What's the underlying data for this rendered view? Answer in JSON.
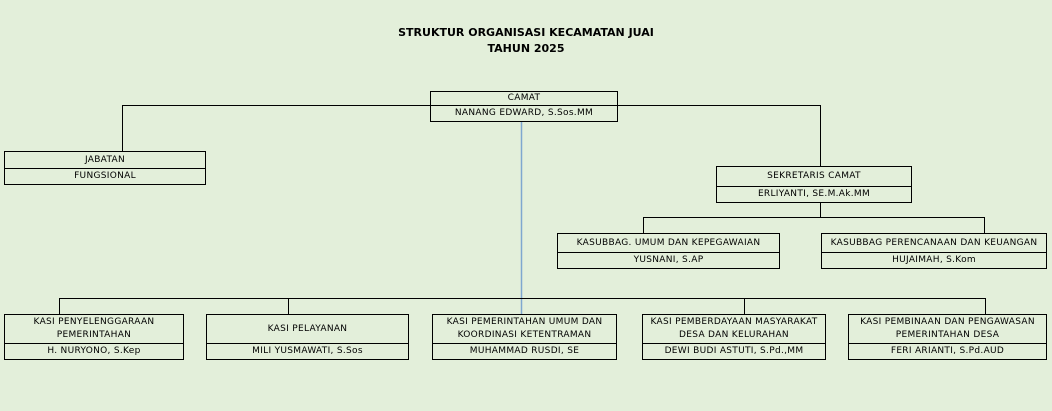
{
  "title": "STRUKTUR ORGANISASI KECAMATAN JUAI",
  "subtitle": "TAHUN 2025",
  "colors": {
    "background": "#e3efda",
    "line": "#000000",
    "accent_line": "#7fa7cf"
  },
  "nodes": {
    "camat": {
      "role": "CAMAT",
      "name": "NANANG EDWARD, S.Sos.MM"
    },
    "jabatan": {
      "role": "JABATAN",
      "name": "FUNGSIONAL"
    },
    "sekretaris": {
      "role": "SEKRETARIS CAMAT",
      "name": "ERLIYANTI, SE.M.Ak.MM"
    },
    "kasubbag_umum": {
      "role": "KASUBBAG. UMUM DAN KEPEGAWAIAN",
      "name": "YUSNANI, S.AP"
    },
    "kasubbag_perencanaan": {
      "role": "KASUBBAG PERENCANAAN DAN KEUANGAN",
      "name": "HUJAIMAH, S.Kom"
    },
    "kasi_penyelenggaraan": {
      "role": "KASI PENYELENGGARAAN PEMERINTAHAN",
      "name": "H. NURYONO, S.Kep"
    },
    "kasi_pelayanan": {
      "role": "KASI PELAYANAN",
      "name": "MILI YUSMAWATI, S.Sos"
    },
    "kasi_pemerintahan_umum": {
      "role": "KASI PEMERINTAHAN UMUM DAN KOORDINASI KETENTRAMAN",
      "name": "MUHAMMAD RUSDI, SE"
    },
    "kasi_pemberdayaan": {
      "role": "KASI PEMBERDAYAAN MASYARAKAT DESA DAN KELURAHAN",
      "name": "DEWI BUDI ASTUTI, S.Pd.,MM"
    },
    "kasi_pembinaan": {
      "role": "KASI PEMBINAAN DAN PENGAWASAN PEMERINTAHAN DESA",
      "name": "FERI ARIANTI, S.Pd.AUD"
    }
  }
}
